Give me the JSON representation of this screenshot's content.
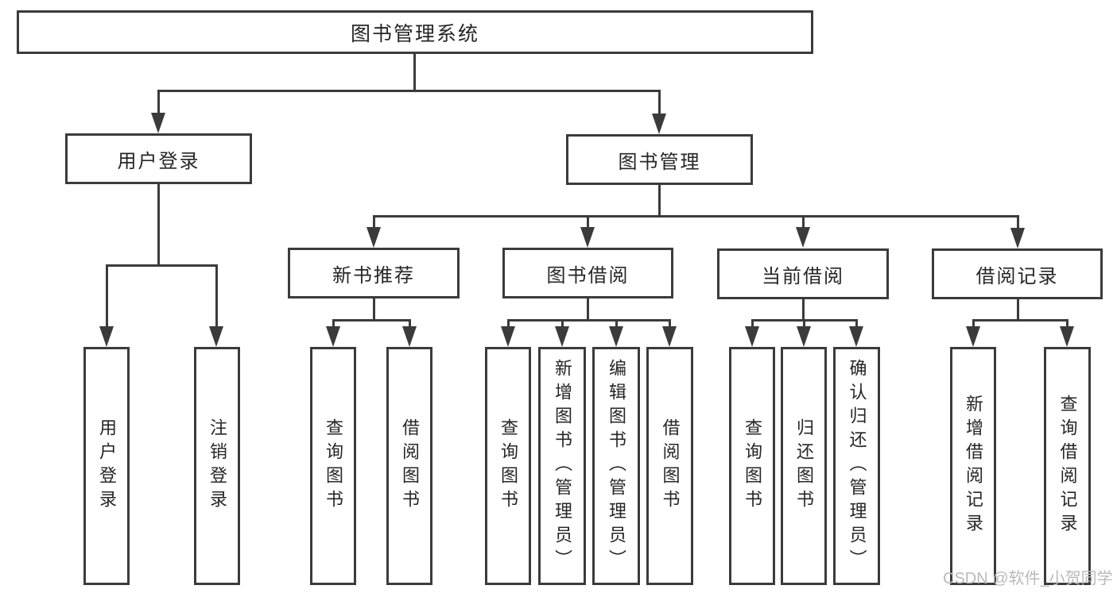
{
  "diagram_title": "图书管理系统",
  "tree": {
    "label": "图书管理系统",
    "children": [
      {
        "label": "用户登录",
        "children": [
          {
            "label": "用户登录"
          },
          {
            "label": "注销登录"
          }
        ]
      },
      {
        "label": "图书管理",
        "children": [
          {
            "label": "新书推荐",
            "children": [
              {
                "label": "查询图书"
              },
              {
                "label": "借阅图书"
              }
            ]
          },
          {
            "label": "图书借阅",
            "children": [
              {
                "label": "查询图书"
              },
              {
                "label": "新增图书（管理员）"
              },
              {
                "label": "编辑图书（管理员）"
              },
              {
                "label": "借阅图书"
              }
            ]
          },
          {
            "label": "当前借阅",
            "children": [
              {
                "label": "查询图书"
              },
              {
                "label": "归还图书"
              },
              {
                "label": "确认归还（管理员）"
              }
            ]
          },
          {
            "label": "借阅记录",
            "children": [
              {
                "label": "新增借阅记录"
              },
              {
                "label": "查询借阅记录"
              }
            ]
          }
        ]
      }
    ]
  },
  "watermark": {
    "text": "CSDN @软件_小贺同学"
  },
  "colors": {
    "line": "#3b3b3b",
    "text": "#262626",
    "background": "#ffffff",
    "watermark": "#b9b9b9"
  }
}
